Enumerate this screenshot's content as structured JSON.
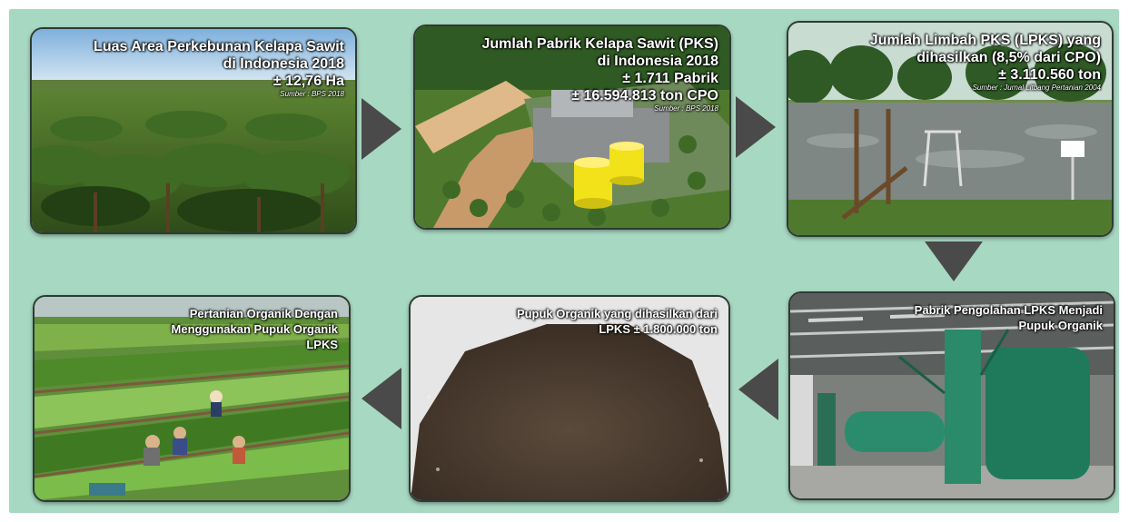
{
  "panels": {
    "plantation": {
      "line1": "Luas Area Perkebunan Kelapa Sawit",
      "line2": "di Indonesia 2018",
      "value": "± 12,76 Ha",
      "source": "Sumber : BPS 2018"
    },
    "mill": {
      "line1": "Jumlah Pabrik Kelapa Sawit (PKS)",
      "line2": "di Indonesia 2018",
      "value1": "± 1.711 Pabrik",
      "value2": "± 16.594.813 ton CPO",
      "source": "Sumber : BPS 2018"
    },
    "waste": {
      "line1": "Jumlah Limbah PKS (LPKS) yang",
      "line2": "dihasilkan (8,5% dari CPO)",
      "value": "± 3.110.560 ton",
      "source": "Sumber : Jurnal Litbang Pertanian 2004"
    },
    "factory": {
      "line1": "Pabrik Pengolahan LPKS Menjadi",
      "line2": "Pupuk Organik"
    },
    "fertilizer": {
      "line1": "Pupuk Organik yang dihasilkan dari",
      "line2": "LPKS ± 1.800.000 ton"
    },
    "farming": {
      "line1": "Pertanian Organik Dengan",
      "line2": "Menggunakan Pupuk Organik",
      "line3": "LPKS"
    }
  },
  "colors": {
    "background": "#a7d8c2",
    "arrow": "#4a4a4a"
  }
}
